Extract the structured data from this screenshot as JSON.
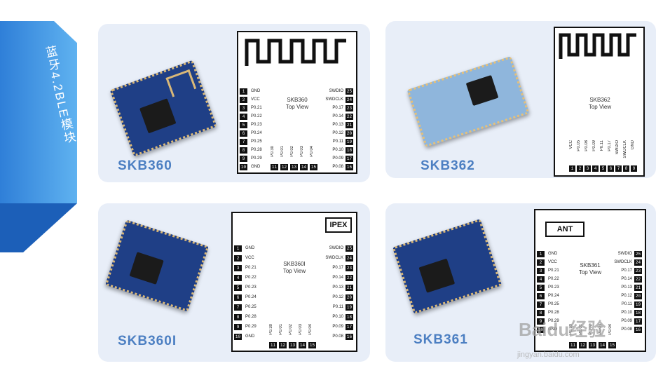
{
  "side_banner": {
    "text": "蓝牙4.2BLE模块"
  },
  "cards": [
    {
      "model": "SKB360",
      "title": "SKB360",
      "subtitle": "Top View",
      "left_pins": [
        "GND",
        "VCC",
        "P0.21",
        "P0.22",
        "P0.23",
        "P0.24",
        "P0.25",
        "P0.28",
        "P0.29",
        "GND"
      ],
      "right_pins": [
        "SWDIO",
        "SWDCLK",
        "P0.17",
        "P0.14",
        "P0.13",
        "P0.12",
        "P0.11",
        "P0.10",
        "P0.09",
        "P0.08"
      ],
      "right_nums": [
        "25",
        "24",
        "23",
        "22",
        "21",
        "20",
        "19",
        "18",
        "17",
        "16"
      ],
      "bottom_labels": [
        "P0.30",
        "P0.01",
        "P0.02",
        "P0.03",
        "P0.04"
      ],
      "bottom_nums": [
        "11",
        "12",
        "13",
        "14",
        "15"
      ]
    },
    {
      "model": "SKB362",
      "title": "SKB362",
      "subtitle": "Top View",
      "bottom_labels": [
        "VCC",
        "P0.05",
        "P0.08",
        "P0.09",
        "P0.11",
        "P0.17",
        "SWDIO",
        "SWDCLK",
        "GND"
      ],
      "bottom_nums": [
        "1",
        "2",
        "3",
        "4",
        "5",
        "6",
        "7",
        "8",
        "9"
      ]
    },
    {
      "model": "SKB360I",
      "title": "SKB360I",
      "subtitle": "Top View",
      "tag": "IPEX",
      "left_pins": [
        "GND",
        "VCC",
        "P0.21",
        "P0.22",
        "P0.23",
        "P0.24",
        "P0.25",
        "P0.28",
        "P0.29",
        "GND"
      ],
      "right_pins": [
        "SWDIO",
        "SWDCLK",
        "P0.17",
        "P0.14",
        "P0.13",
        "P0.12",
        "P0.11",
        "P0.10",
        "P0.09",
        "P0.08"
      ],
      "right_nums": [
        "25",
        "24",
        "23",
        "22",
        "21",
        "20",
        "19",
        "18",
        "17",
        "16"
      ],
      "bottom_labels": [
        "P0.30",
        "P0.01",
        "P0.02",
        "P0.03",
        "P0.04"
      ],
      "bottom_nums": [
        "11",
        "12",
        "13",
        "14",
        "15"
      ]
    },
    {
      "model": "SKB361",
      "title": "SKB361",
      "subtitle": "Top View",
      "tag": "ANT",
      "left_pins": [
        "GND",
        "VCC",
        "P0.21",
        "P0.22",
        "P0.23",
        "P0.24",
        "P0.25",
        "P0.28",
        "P0.29",
        "GND"
      ],
      "right_pins": [
        "SWDIO",
        "SWDCLK",
        "P0.17",
        "P0.14",
        "P0.13",
        "P0.12",
        "P0.11",
        "P0.10",
        "P0.09",
        "P0.08"
      ],
      "right_nums": [
        "25",
        "24",
        "23",
        "22",
        "21",
        "20",
        "19",
        "18",
        "17",
        "16"
      ],
      "bottom_labels": [
        "P0.30",
        "P0.01",
        "P0.02",
        "P0.03",
        "P0.04"
      ],
      "bottom_nums": [
        "11",
        "12",
        "13",
        "14",
        "15"
      ]
    }
  ],
  "colors": {
    "card_bg": "#e8eef8",
    "model_text": "#4c7fc2",
    "banner": "#2f7fd8"
  },
  "watermark": {
    "line1": "Baidu经验",
    "line2": "jingyan.baidu.com"
  }
}
